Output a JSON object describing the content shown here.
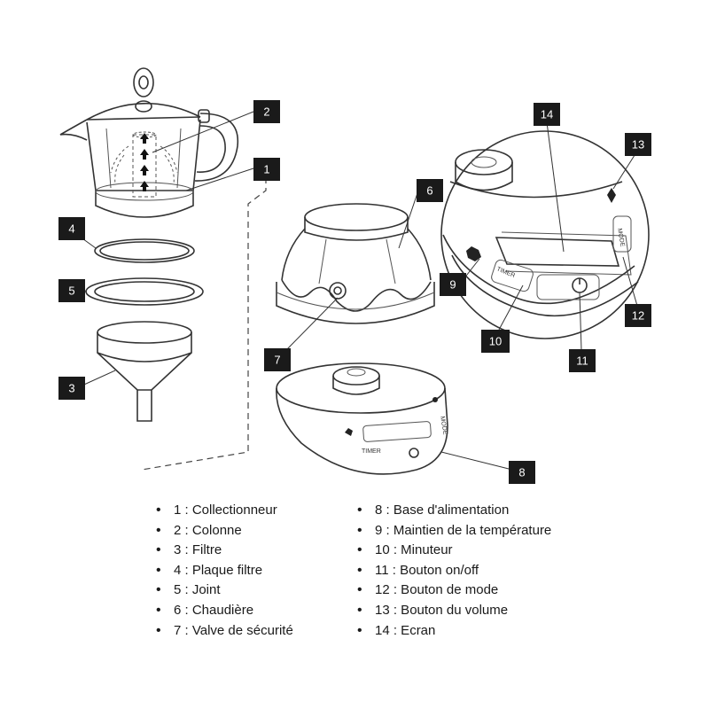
{
  "callouts": {
    "c1": "1",
    "c2": "2",
    "c3": "3",
    "c4": "4",
    "c5": "5",
    "c6": "6",
    "c7": "7",
    "c8": "8",
    "c9": "9",
    "c10": "10",
    "c11": "11",
    "c12": "12",
    "c13": "13",
    "c14": "14"
  },
  "panel_labels": {
    "timer": "TIMER",
    "mode": "MODE"
  },
  "legend_left": [
    "1 : Collectionneur",
    "2 : Colonne",
    "3 : Filtre",
    "4 : Plaque filtre",
    "5 : Joint",
    "6 : Chaudière",
    "7 : Valve de sécurité"
  ],
  "legend_right": [
    "8 : Base d'alimentation",
    "9 : Maintien de la température",
    "10 : Minuteur",
    "11 : Bouton on/off",
    "12 : Bouton de mode",
    "13 : Bouton du volume",
    "14 : Ecran"
  ]
}
